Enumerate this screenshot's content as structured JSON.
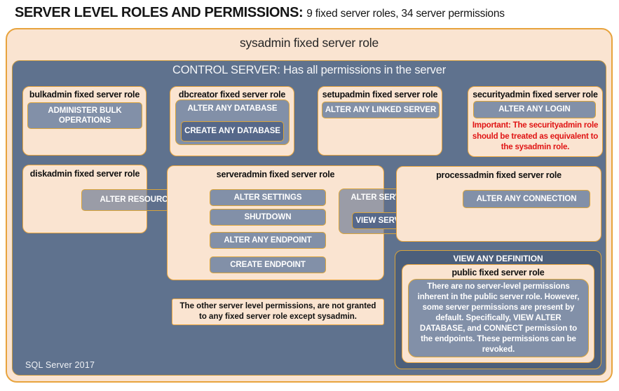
{
  "page_title": {
    "bold": "SERVER LEVEL ROLES AND PERMISSIONS:",
    "rest": "9 fixed server roles, 34 server permissions"
  },
  "sysadmin": {
    "label": "sysadmin fixed server role"
  },
  "control_server": {
    "label": "CONTROL SERVER: Has all permissions in the server",
    "footer": "SQL Server 2017"
  },
  "roles": {
    "bulkadmin": {
      "label": "bulkadmin fixed server role",
      "permissions": [
        "ADMINISTER  BULK OPERATIONS"
      ]
    },
    "dbcreator": {
      "label": "dbcreator fixed server role",
      "outer_permission": "ALTER ANY DATABASE",
      "nested_permission": "CREATE  ANY DATABASE"
    },
    "setupadmin": {
      "label": "setupadmin fixed server role",
      "permissions": [
        "ALTER ANY LINKED SERVER"
      ]
    },
    "securityadmin": {
      "label": "securityadmin  fixed server role",
      "permissions": [
        "ALTER ANY LOGIN"
      ],
      "warning": "Important:  The securityadmin role should  be treated  as equivalent to the  sysadmin role."
    },
    "diskadmin": {
      "label": "diskadmin  fixed server role",
      "permissions": [
        "ALTER RESOURCES"
      ]
    },
    "serveradmin": {
      "label": "serveradmin fixed server role",
      "permissions": [
        "ALTER SETTINGS",
        "SHUTDOWN",
        "ALTER ANY ENDPOINT",
        "CREATE  ENDPOINT"
      ],
      "outer_permission": "ALTER SERVER  STATE",
      "nested_permission": "VIEW  SERVER  STATE"
    },
    "processadmin": {
      "label": "processadmin  fixed server role",
      "permissions": [
        "ALTER ANY CONNECTION"
      ]
    },
    "public": {
      "container_permission": "VIEW ANY DEFINITION",
      "label": "public fixed server role",
      "description": "There are no server-level permissions inherent in the public server role. However, some server permissions are present by default. Specifically, VIEW ALTER DATABASE, and CONNECT permission to the endpoints. These permissions can be revoked."
    }
  },
  "note": "The other server level permissions,  are not granted to any fixed server role except sysadmin.",
  "colors": {
    "peach": "#fae4d1",
    "gold_border": "#e8a33d",
    "slate_blue": "#5f728e",
    "perm_gray": "#8290a8",
    "perm_dark": "#56688a",
    "panel_dark": "#4c5f7b",
    "warning_red": "#e01414"
  }
}
